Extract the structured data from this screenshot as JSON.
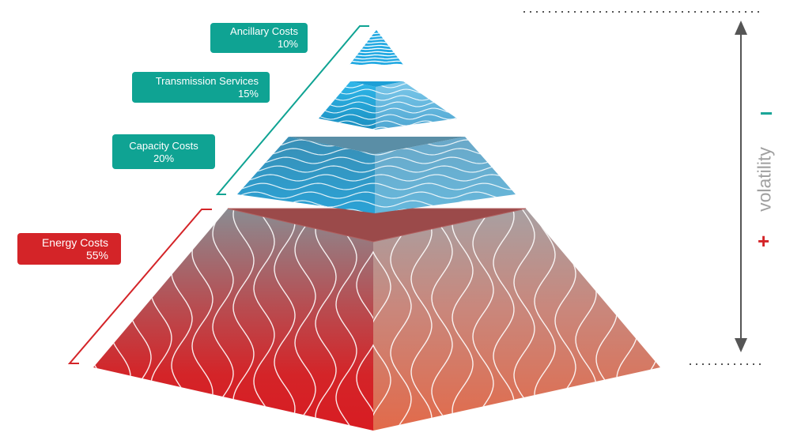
{
  "tiers": [
    {
      "name": "Ancillary Costs",
      "percent": "10%",
      "color": "#0fa393"
    },
    {
      "name": "Transmission Services",
      "percent": "15%",
      "color": "#0fa393"
    },
    {
      "name": "Capacity Costs",
      "percent": "20%",
      "color": "#0fa393"
    },
    {
      "name": "Energy Costs",
      "percent": "55%",
      "color": "#d42428"
    }
  ],
  "volatility": {
    "label": "volatility",
    "low_sign": "−",
    "high_sign": "+",
    "low_color": "#1aa597",
    "high_color": "#d42428",
    "arrow_color": "#555555"
  }
}
